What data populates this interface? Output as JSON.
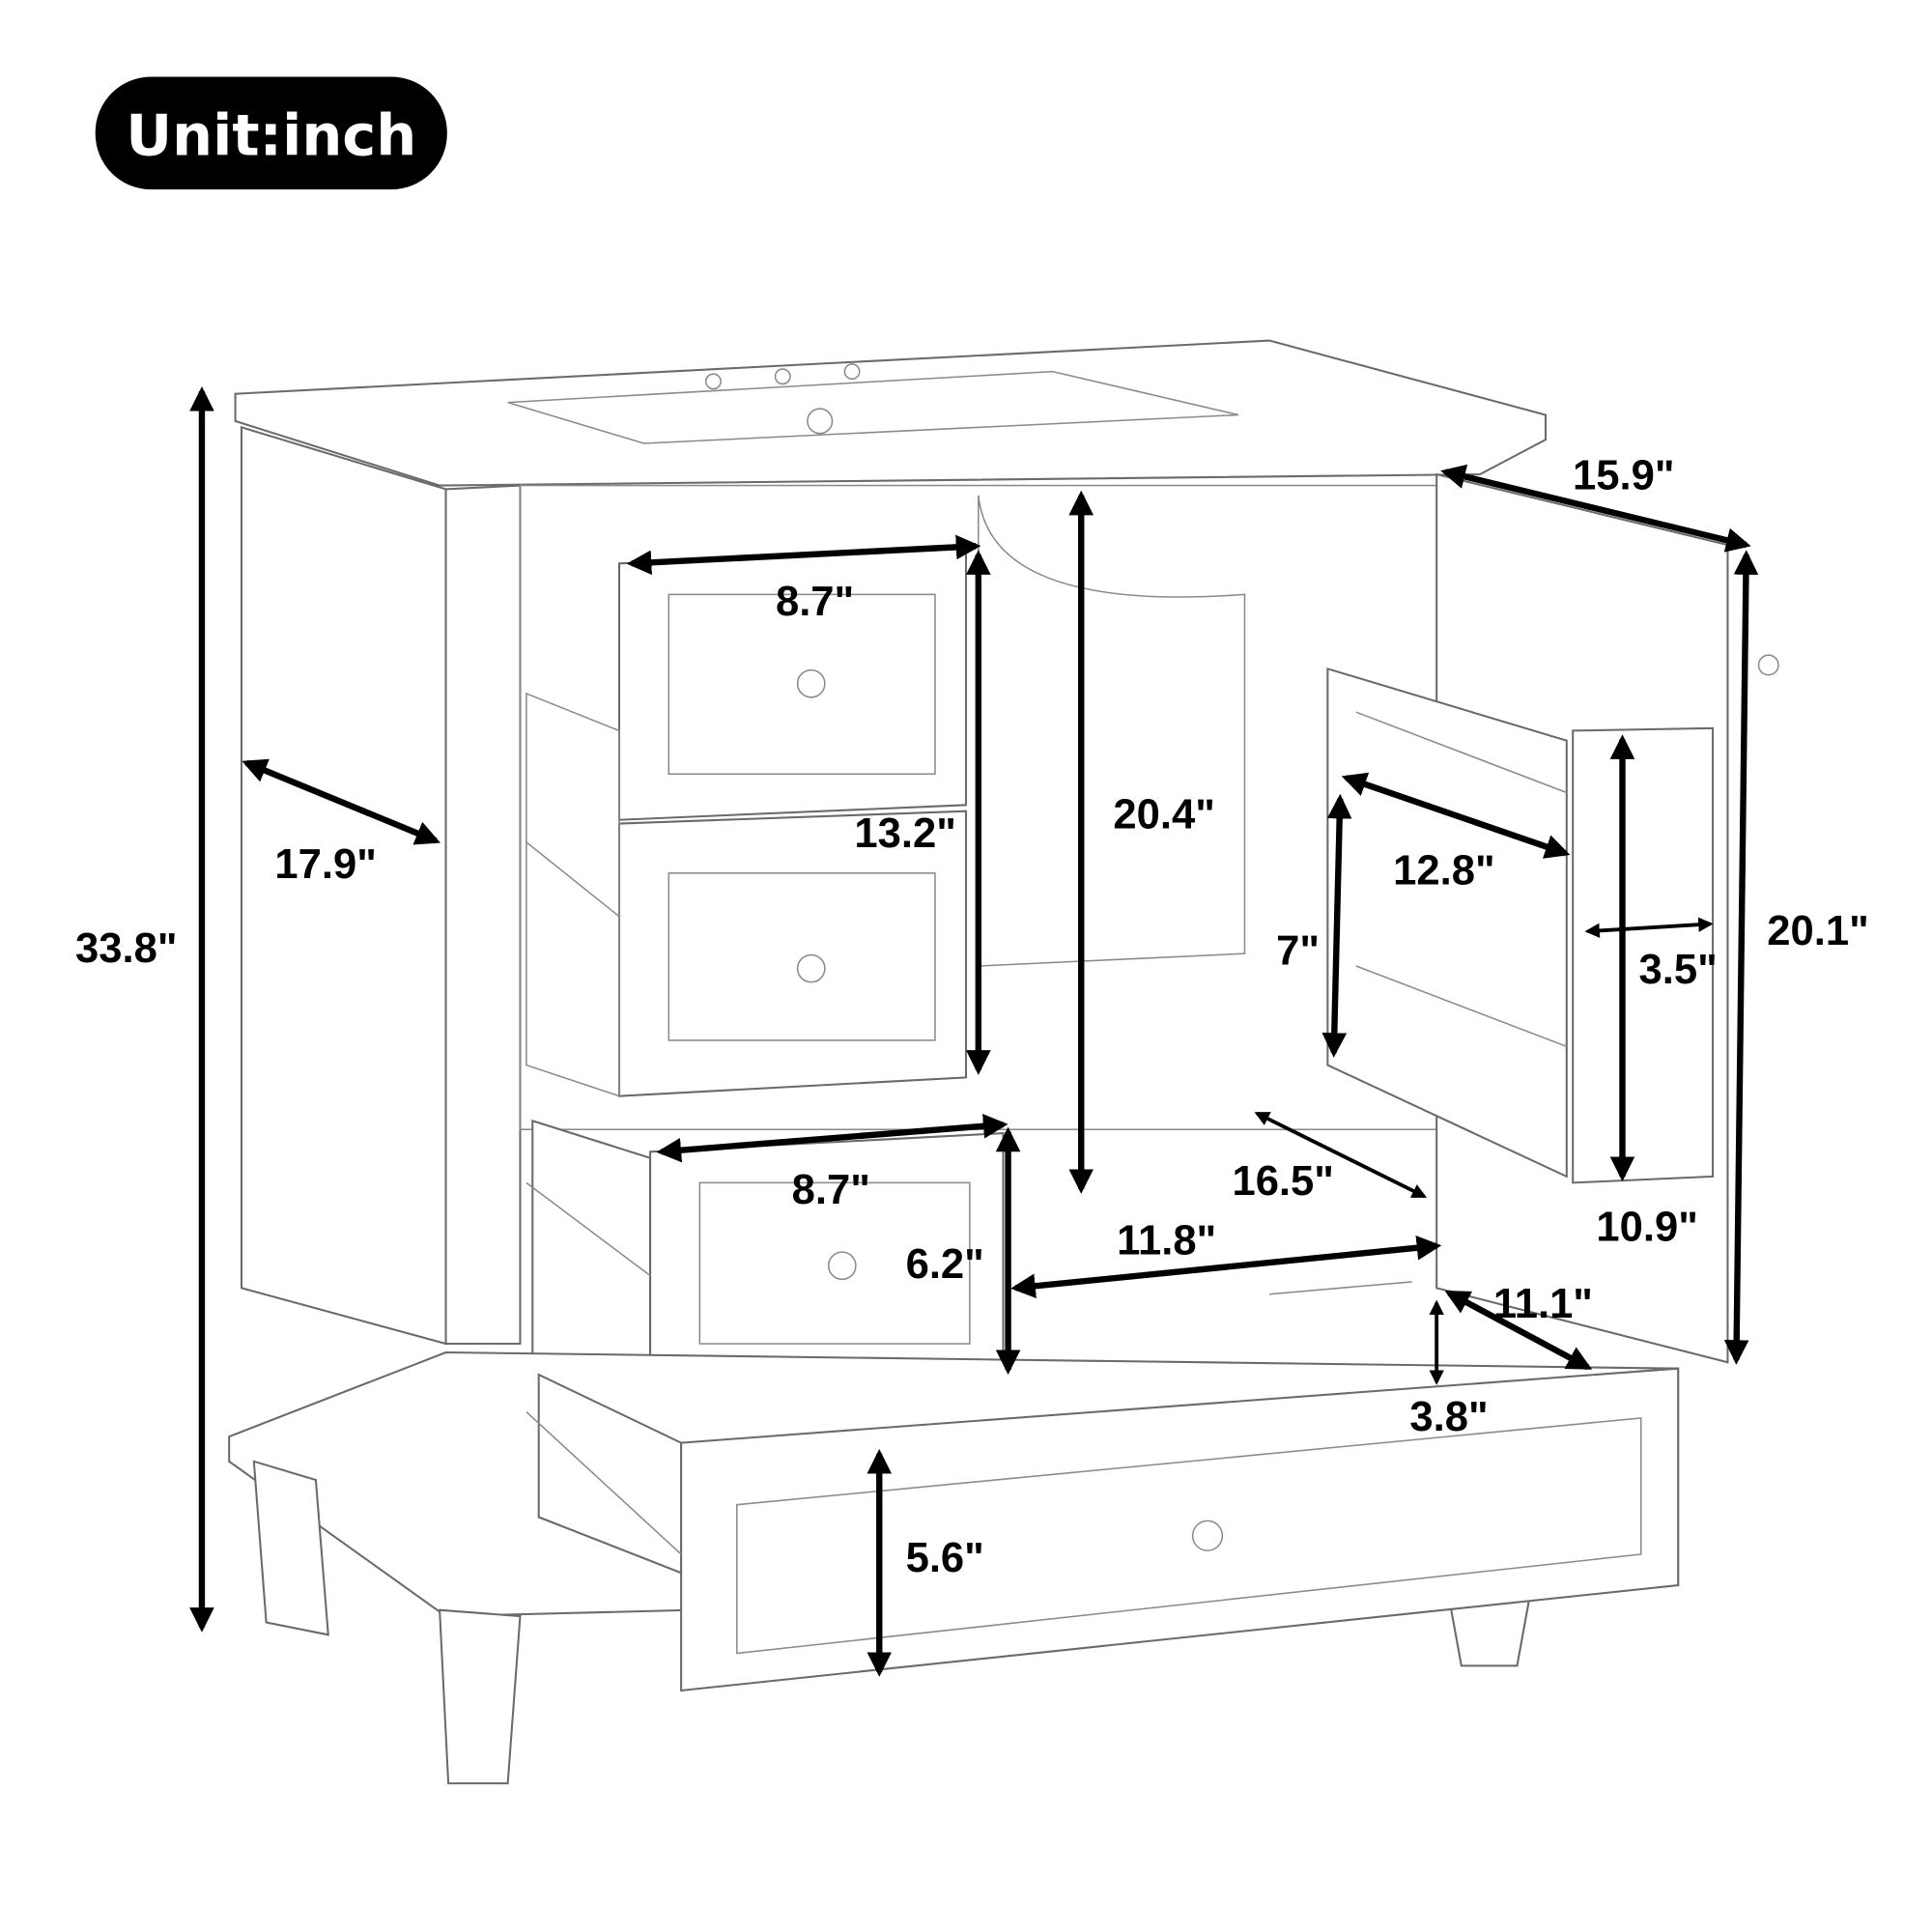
{
  "badge": {
    "label": "Unit:inch",
    "color": "#000000"
  },
  "dimensions": {
    "overall_height": "33.8\"",
    "side_depth": "17.9\"",
    "top_drawer_width": "8.7\"",
    "left_drawers_height": "13.2\"",
    "cabinet_interior_height": "20.4\"",
    "door_width": "15.9\"",
    "door_height": "20.1\"",
    "door_shelf_width": "12.8\"",
    "door_shelf_height": "7\"",
    "side_rack_depth": "3.5\"",
    "side_rack_height": "10.9\"",
    "middle_drawer_width": "8.7\"",
    "middle_drawer_height": "6.2\"",
    "cabinet_interior_depth": "16.5\"",
    "bottom_drawer_width": "11.8\"",
    "bottom_drawer_depth": "11.1\"",
    "bottom_drawer_inner_height": "3.8\"",
    "bottom_drawer_front_height": "5.6\""
  }
}
